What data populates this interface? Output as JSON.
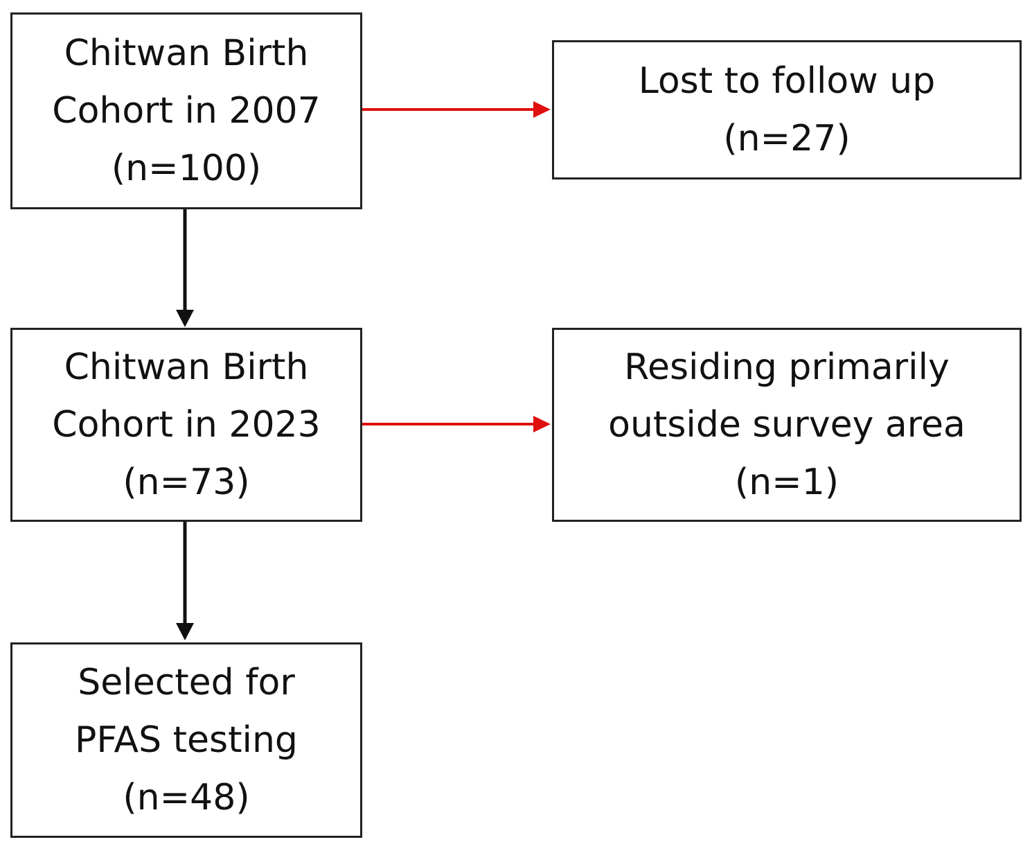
{
  "nodes": {
    "cohort_2007": {
      "line1": "Chitwan Birth",
      "line2": "Cohort in 2007",
      "line3": "(n=100)"
    },
    "lost_follow_up": {
      "line1": "Lost to follow up",
      "line2": "(n=27)"
    },
    "cohort_2023": {
      "line1": "Chitwan Birth",
      "line2": "Cohort in 2023",
      "line3": "(n=73)"
    },
    "outside_area": {
      "line1": "Residing primarily",
      "line2": "outside survey area",
      "line3": "(n=1)"
    },
    "pfas_selected": {
      "line1": "Selected for",
      "line2": "PFAS testing",
      "line3": "(n=48)"
    }
  },
  "edges": [
    {
      "from": "cohort_2007",
      "to": "lost_follow_up",
      "color": "#e01010",
      "kind": "exclusion"
    },
    {
      "from": "cohort_2007",
      "to": "cohort_2023",
      "color": "#111111",
      "kind": "flow"
    },
    {
      "from": "cohort_2023",
      "to": "outside_area",
      "color": "#e01010",
      "kind": "exclusion"
    },
    {
      "from": "cohort_2023",
      "to": "pfas_selected",
      "color": "#111111",
      "kind": "flow"
    }
  ],
  "colors": {
    "exclusion_arrow": "#e01010",
    "flow_arrow": "#111111",
    "box_border": "#222222"
  }
}
